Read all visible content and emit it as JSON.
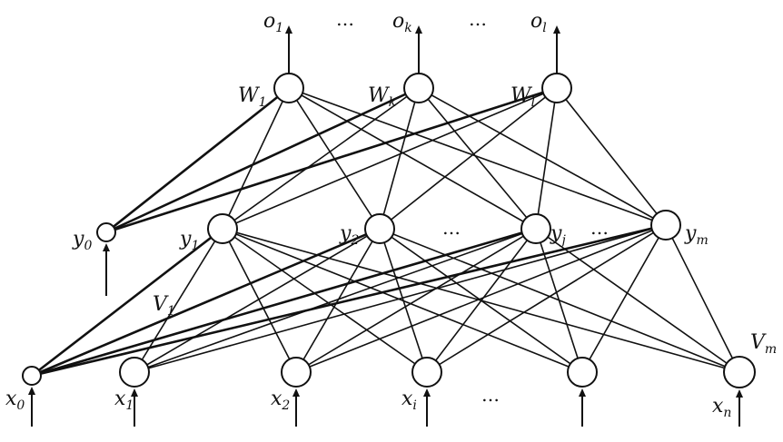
{
  "diagram": {
    "output_labels": [
      {
        "base": "o",
        "sub": "1"
      },
      {
        "base": "o",
        "sub": "k"
      },
      {
        "base": "o",
        "sub": "l"
      }
    ],
    "output_ellipses": [
      "…",
      "…"
    ],
    "output_weight_labels": [
      {
        "base": "W",
        "sub": "1"
      },
      {
        "base": "W",
        "sub": "k"
      },
      {
        "base": "W",
        "sub": "l"
      }
    ],
    "hidden_labels": [
      {
        "base": "y",
        "sub": "0"
      },
      {
        "base": "y",
        "sub": "1"
      },
      {
        "base": "y",
        "sub": "2"
      },
      {
        "base": "y",
        "sub": "j"
      },
      {
        "base": "y",
        "sub": "m"
      }
    ],
    "hidden_ellipses": [
      "…",
      "…"
    ],
    "input_weight_labels": [
      {
        "base": "V",
        "sub": "1"
      },
      {
        "base": "V",
        "sub": "m"
      }
    ],
    "input_labels": [
      {
        "base": "x",
        "sub": "0"
      },
      {
        "base": "x",
        "sub": "1"
      },
      {
        "base": "x",
        "sub": "2"
      },
      {
        "base": "x",
        "sub": "i"
      },
      {
        "base": "x",
        "sub": "n"
      }
    ],
    "input_ellipses": [
      "…"
    ]
  }
}
